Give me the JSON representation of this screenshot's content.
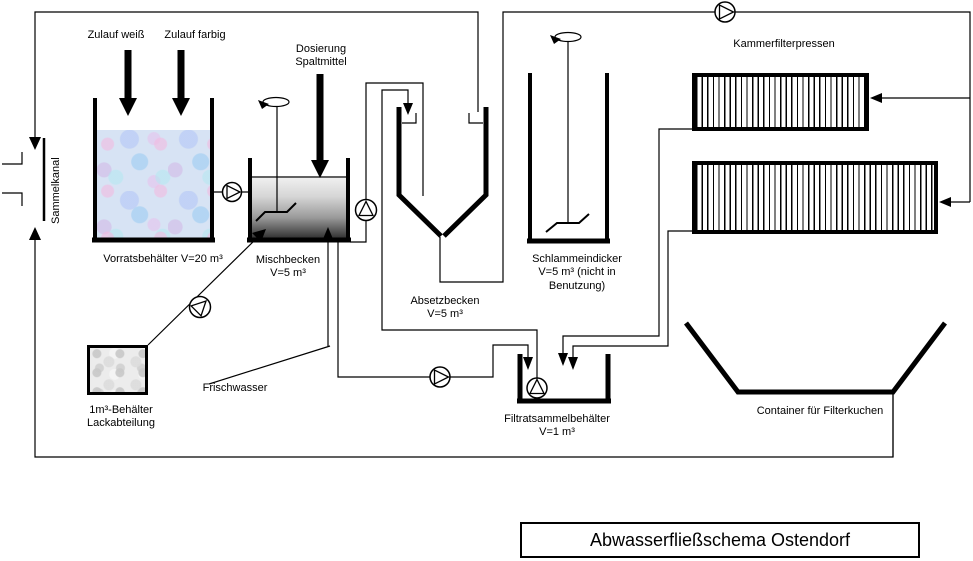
{
  "diagram": {
    "title": "Abwasserfließschema Ostendorf",
    "labels": {
      "zulauf_weiss": "Zulauf weiß",
      "zulauf_farbig": "Zulauf farbig",
      "sammelkanal": "Sammelkanal",
      "vorratsbehaelter": "Vorratsbehälter V=20 m³",
      "dosierung": "Dosierung\nSpaltmittel",
      "mischbecken": "Mischbecken\nV=5 m³",
      "absetzbecken": "Absetzbecken\nV=5 m³",
      "schlammeindicker": "Schlammeindicker\nV=5 m³ (nicht in\nBenutzung)",
      "kammerfilterpressen": "Kammerfilterpressen",
      "filtratsammelbehaelter": "Filtratsammelbehälter\nV=1 m³",
      "container_filterkuchen": "Container für Filterkuchen",
      "frischwasser": "Frischwasser",
      "behaelter_1m3": "1m³-Behälter\nLackabteilung"
    },
    "colors": {
      "ink": "#000000",
      "paper": "#ffffff",
      "vorrat_fill_base": "#d7e3f4",
      "misch_gradient_top": "#efefef",
      "misch_gradient_bottom": "#2e2e2e",
      "lack_fill_base": "#ececec"
    }
  }
}
